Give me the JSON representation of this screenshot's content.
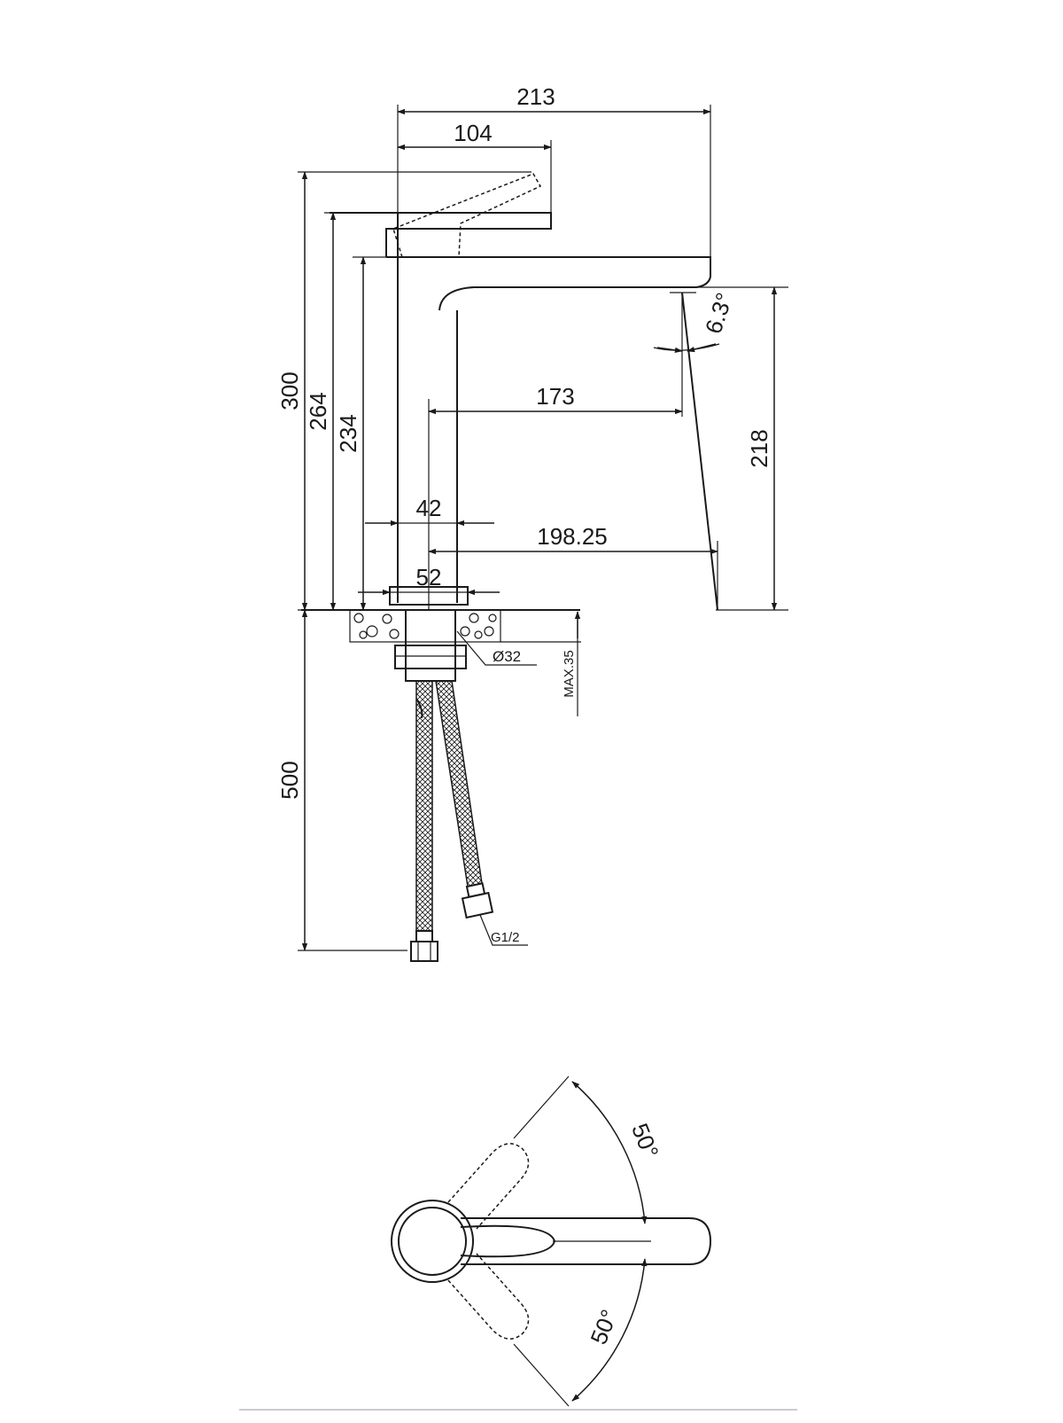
{
  "side_view": {
    "dims": {
      "d213": "213",
      "d104": "104",
      "d300": "300",
      "d264": "264",
      "d234": "234",
      "d218": "218",
      "d173": "173",
      "d42": "42",
      "d198": "198.25",
      "d52": "52",
      "d500": "500",
      "angle": "6.3°"
    },
    "labels": {
      "hole": "Ø32",
      "max": "MAX.35",
      "thread": "G1/2"
    }
  },
  "top_view": {
    "angle_upper": "50°",
    "angle_lower": "50°"
  },
  "colors": {
    "line": "#1a1a1a",
    "background": "#ffffff",
    "baseline": "#bbbbbb"
  }
}
